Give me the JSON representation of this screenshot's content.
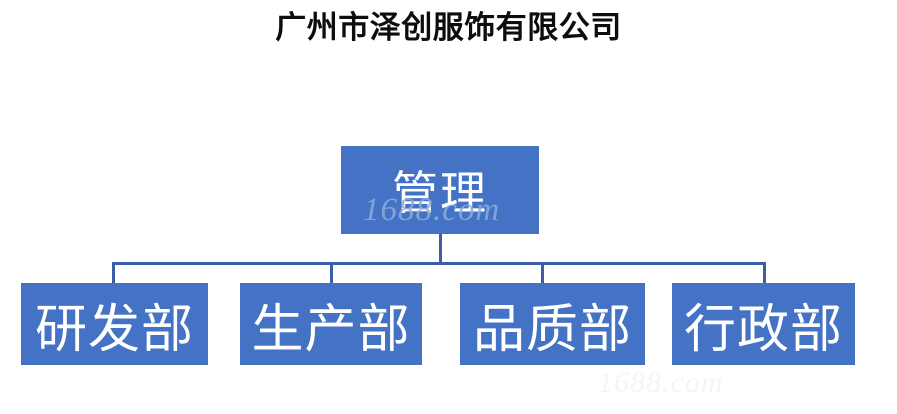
{
  "document": {
    "title": "广州市泽创服饰有限公司",
    "background_color": "#ffffff",
    "title_color": "#0d0d0d"
  },
  "org_chart": {
    "node_fill_color": "#4472c4",
    "node_text_color": "#ffffff",
    "connector_color": "#3a5fa8",
    "root": {
      "label": "管理"
    },
    "children": [
      {
        "label": "研发部"
      },
      {
        "label": "生产部"
      },
      {
        "label": "品质部"
      },
      {
        "label": "行政部"
      }
    ]
  },
  "watermarks": {
    "primary": "1688.com",
    "secondary": "1688.com"
  }
}
